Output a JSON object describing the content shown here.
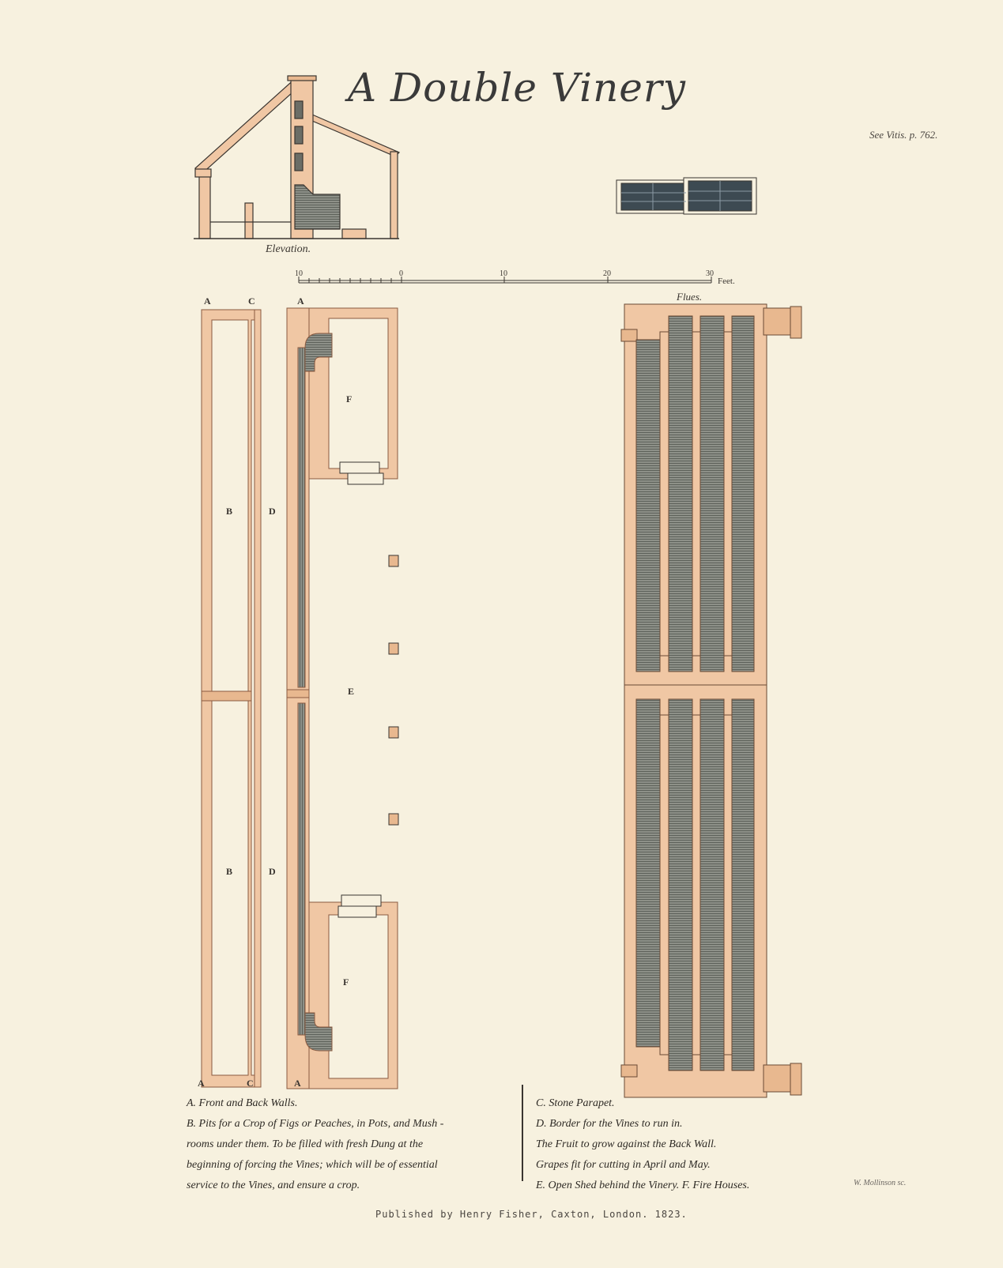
{
  "title": "A Double Vinery",
  "reference": "See Vitis. p. 762.",
  "elevation_label": "Elevation.",
  "flues_label": "Flues.",
  "scale": {
    "ticks": [
      "10",
      "0",
      "10",
      "20",
      "30"
    ],
    "unit": "Feet."
  },
  "plan_letters": {
    "top_a1": "A",
    "top_c": "C",
    "top_a2": "A",
    "b_upper": "B",
    "d_upper": "D",
    "f_upper": "F",
    "e": "E",
    "b_lower": "B",
    "d_lower": "D",
    "f_lower": "F",
    "bottom_a1": "A",
    "bottom_c": "C",
    "bottom_a2": "A"
  },
  "legend_left": [
    "A. Front and Back Walls.",
    "B. Pits for a Crop of Figs or Peaches, in Pots, and Mush -",
    "rooms under them. To be filled with fresh Dung at the",
    "beginning of forcing the Vines; which will be of essential",
    "service to the Vines, and ensure a crop."
  ],
  "legend_right": [
    "C. Stone Parapet.",
    "D. Border for the Vines to run in.",
    "The Fruit to grow against the Back Wall.",
    "Grapes fit for cutting in April and May.",
    "E. Open Shed behind the Vinery. F. Fire Houses."
  ],
  "published": "Published by Henry Fisher, Caxton, London. 1823.",
  "engraver": "W. Mollinson sc.",
  "colors": {
    "wash": "#f0c7a4",
    "wash_edge": "#c98e6a",
    "ink": "#3a3530",
    "flue": "#7c8077",
    "glass": "#3d4a52",
    "paper": "#f7f1df"
  }
}
